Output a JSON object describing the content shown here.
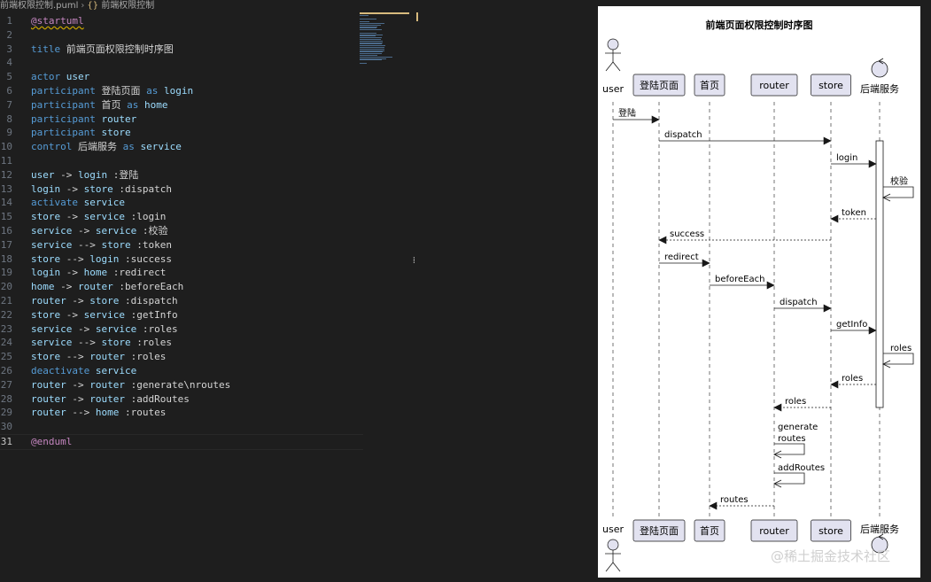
{
  "breadcrumb": {
    "file": "前端权限控制.puml",
    "symbol_icon": "{}",
    "symbol": "前端权限控制"
  },
  "editor": {
    "current_line": 31,
    "lines": [
      [
        {
          "t": "@startuml",
          "c": "dir squig"
        }
      ],
      [],
      [
        {
          "t": "title ",
          "c": "kw"
        },
        {
          "t": "前端页面权限控制时序图",
          "c": "str"
        }
      ],
      [],
      [
        {
          "t": "actor ",
          "c": "kw"
        },
        {
          "t": "user",
          "c": "id"
        }
      ],
      [
        {
          "t": "participant ",
          "c": "kw"
        },
        {
          "t": "登陆页面 ",
          "c": "str"
        },
        {
          "t": "as ",
          "c": "kw"
        },
        {
          "t": "login",
          "c": "id"
        }
      ],
      [
        {
          "t": "participant ",
          "c": "kw"
        },
        {
          "t": "首页 ",
          "c": "str"
        },
        {
          "t": "as ",
          "c": "kw"
        },
        {
          "t": "home",
          "c": "id"
        }
      ],
      [
        {
          "t": "participant ",
          "c": "kw"
        },
        {
          "t": "router",
          "c": "id"
        }
      ],
      [
        {
          "t": "participant ",
          "c": "kw"
        },
        {
          "t": "store",
          "c": "id"
        }
      ],
      [
        {
          "t": "control ",
          "c": "kw"
        },
        {
          "t": "后端服务 ",
          "c": "str"
        },
        {
          "t": "as ",
          "c": "kw"
        },
        {
          "t": "service",
          "c": "id"
        }
      ],
      [],
      [
        {
          "t": "user",
          "c": "id"
        },
        {
          "t": " -> ",
          "c": "arrow"
        },
        {
          "t": "login",
          "c": "id"
        },
        {
          "t": " :登陆",
          "c": "str"
        }
      ],
      [
        {
          "t": "login",
          "c": "id"
        },
        {
          "t": " -> ",
          "c": "arrow"
        },
        {
          "t": "store",
          "c": "id"
        },
        {
          "t": " :dispatch",
          "c": "str"
        }
      ],
      [
        {
          "t": "activate ",
          "c": "kw"
        },
        {
          "t": "service",
          "c": "id"
        }
      ],
      [
        {
          "t": "store",
          "c": "id"
        },
        {
          "t": " -> ",
          "c": "arrow"
        },
        {
          "t": "service",
          "c": "id"
        },
        {
          "t": " :login",
          "c": "str"
        }
      ],
      [
        {
          "t": "service",
          "c": "id"
        },
        {
          "t": " -> ",
          "c": "arrow"
        },
        {
          "t": "service",
          "c": "id"
        },
        {
          "t": " :校验",
          "c": "str"
        }
      ],
      [
        {
          "t": "service",
          "c": "id"
        },
        {
          "t": " --> ",
          "c": "arrow"
        },
        {
          "t": "store",
          "c": "id"
        },
        {
          "t": " :token",
          "c": "str"
        }
      ],
      [
        {
          "t": "store",
          "c": "id"
        },
        {
          "t": " --> ",
          "c": "arrow"
        },
        {
          "t": "login",
          "c": "id"
        },
        {
          "t": " :success",
          "c": "str"
        }
      ],
      [
        {
          "t": "login",
          "c": "id"
        },
        {
          "t": " -> ",
          "c": "arrow"
        },
        {
          "t": "home",
          "c": "id"
        },
        {
          "t": " :redirect",
          "c": "str"
        }
      ],
      [
        {
          "t": "home",
          "c": "id"
        },
        {
          "t": " -> ",
          "c": "arrow"
        },
        {
          "t": "router",
          "c": "id"
        },
        {
          "t": " :beforeEach",
          "c": "str"
        }
      ],
      [
        {
          "t": "router",
          "c": "id"
        },
        {
          "t": " -> ",
          "c": "arrow"
        },
        {
          "t": "store",
          "c": "id"
        },
        {
          "t": " :dispatch",
          "c": "str"
        }
      ],
      [
        {
          "t": "store",
          "c": "id"
        },
        {
          "t": " -> ",
          "c": "arrow"
        },
        {
          "t": "service",
          "c": "id"
        },
        {
          "t": " :getInfo",
          "c": "str"
        }
      ],
      [
        {
          "t": "service",
          "c": "id"
        },
        {
          "t": " -> ",
          "c": "arrow"
        },
        {
          "t": "service",
          "c": "id"
        },
        {
          "t": " :roles",
          "c": "str"
        }
      ],
      [
        {
          "t": "service",
          "c": "id"
        },
        {
          "t": " --> ",
          "c": "arrow"
        },
        {
          "t": "store",
          "c": "id"
        },
        {
          "t": " :roles",
          "c": "str"
        }
      ],
      [
        {
          "t": "store",
          "c": "id"
        },
        {
          "t": " --> ",
          "c": "arrow"
        },
        {
          "t": "router",
          "c": "id"
        },
        {
          "t": " :roles",
          "c": "str"
        }
      ],
      [
        {
          "t": "deactivate ",
          "c": "kw"
        },
        {
          "t": "service",
          "c": "id"
        }
      ],
      [
        {
          "t": "router",
          "c": "id"
        },
        {
          "t": " -> ",
          "c": "arrow"
        },
        {
          "t": "router",
          "c": "id"
        },
        {
          "t": " :generate\\nroutes",
          "c": "str"
        }
      ],
      [
        {
          "t": "router",
          "c": "id"
        },
        {
          "t": " -> ",
          "c": "arrow"
        },
        {
          "t": "router",
          "c": "id"
        },
        {
          "t": " :addRoutes",
          "c": "str"
        }
      ],
      [
        {
          "t": "router",
          "c": "id"
        },
        {
          "t": " --> ",
          "c": "arrow"
        },
        {
          "t": "home",
          "c": "id"
        },
        {
          "t": " :routes",
          "c": "str"
        }
      ],
      [],
      [
        {
          "t": "@enduml",
          "c": "dir"
        }
      ]
    ]
  },
  "diagram": {
    "title": "前端页面权限控制时序图",
    "participants": [
      {
        "id": "user",
        "label": "user",
        "kind": "actor"
      },
      {
        "id": "login",
        "label": "登陆页面",
        "kind": "box"
      },
      {
        "id": "home",
        "label": "首页",
        "kind": "box"
      },
      {
        "id": "router",
        "label": "router",
        "kind": "box"
      },
      {
        "id": "store",
        "label": "store",
        "kind": "box"
      },
      {
        "id": "service",
        "label": "后端服务",
        "kind": "control"
      }
    ],
    "messages": [
      {
        "from": "user",
        "to": "login",
        "label": "登陆",
        "dashed": false
      },
      {
        "from": "login",
        "to": "store",
        "label": "dispatch",
        "dashed": false
      },
      {
        "from": "store",
        "to": "service",
        "label": "login",
        "dashed": false
      },
      {
        "from": "service",
        "to": "service",
        "label": "校验",
        "dashed": false
      },
      {
        "from": "service",
        "to": "store",
        "label": "token",
        "dashed": true
      },
      {
        "from": "store",
        "to": "login",
        "label": "success",
        "dashed": true
      },
      {
        "from": "login",
        "to": "home",
        "label": "redirect",
        "dashed": false
      },
      {
        "from": "home",
        "to": "router",
        "label": "beforeEach",
        "dashed": false
      },
      {
        "from": "router",
        "to": "store",
        "label": "dispatch",
        "dashed": false
      },
      {
        "from": "store",
        "to": "service",
        "label": "getInfo",
        "dashed": false
      },
      {
        "from": "service",
        "to": "service",
        "label": "roles",
        "dashed": false
      },
      {
        "from": "service",
        "to": "store",
        "label": "roles",
        "dashed": true
      },
      {
        "from": "store",
        "to": "router",
        "label": "roles",
        "dashed": true
      },
      {
        "from": "router",
        "to": "router",
        "label": "generate\nroutes",
        "dashed": false
      },
      {
        "from": "router",
        "to": "router",
        "label": "addRoutes",
        "dashed": false
      },
      {
        "from": "router",
        "to": "home",
        "label": "routes",
        "dashed": true
      }
    ],
    "activation": {
      "participant": "service",
      "from_message": 2,
      "to_message": 12
    }
  },
  "watermark": "@稀土掘金技术社区",
  "colors": {
    "keyword": "#569cd6",
    "directive": "#c586c0",
    "identifier": "#9cdcfe",
    "participant_fill": "#e2e2f0",
    "participant_border": "#181818"
  }
}
